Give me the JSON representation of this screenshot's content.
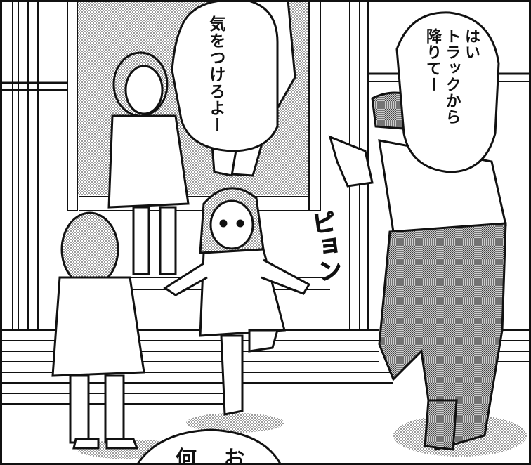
{
  "panel": {
    "bubble_careful": "気をつけろよー",
    "bubble_hai": "はい\nトラックから\n降りてー",
    "sound_effect": "ピョン",
    "bubble_bottom": "何 お"
  },
  "colors": {
    "ink": "#111111",
    "paper": "#ffffff",
    "screentone": "#9a9a9a"
  }
}
